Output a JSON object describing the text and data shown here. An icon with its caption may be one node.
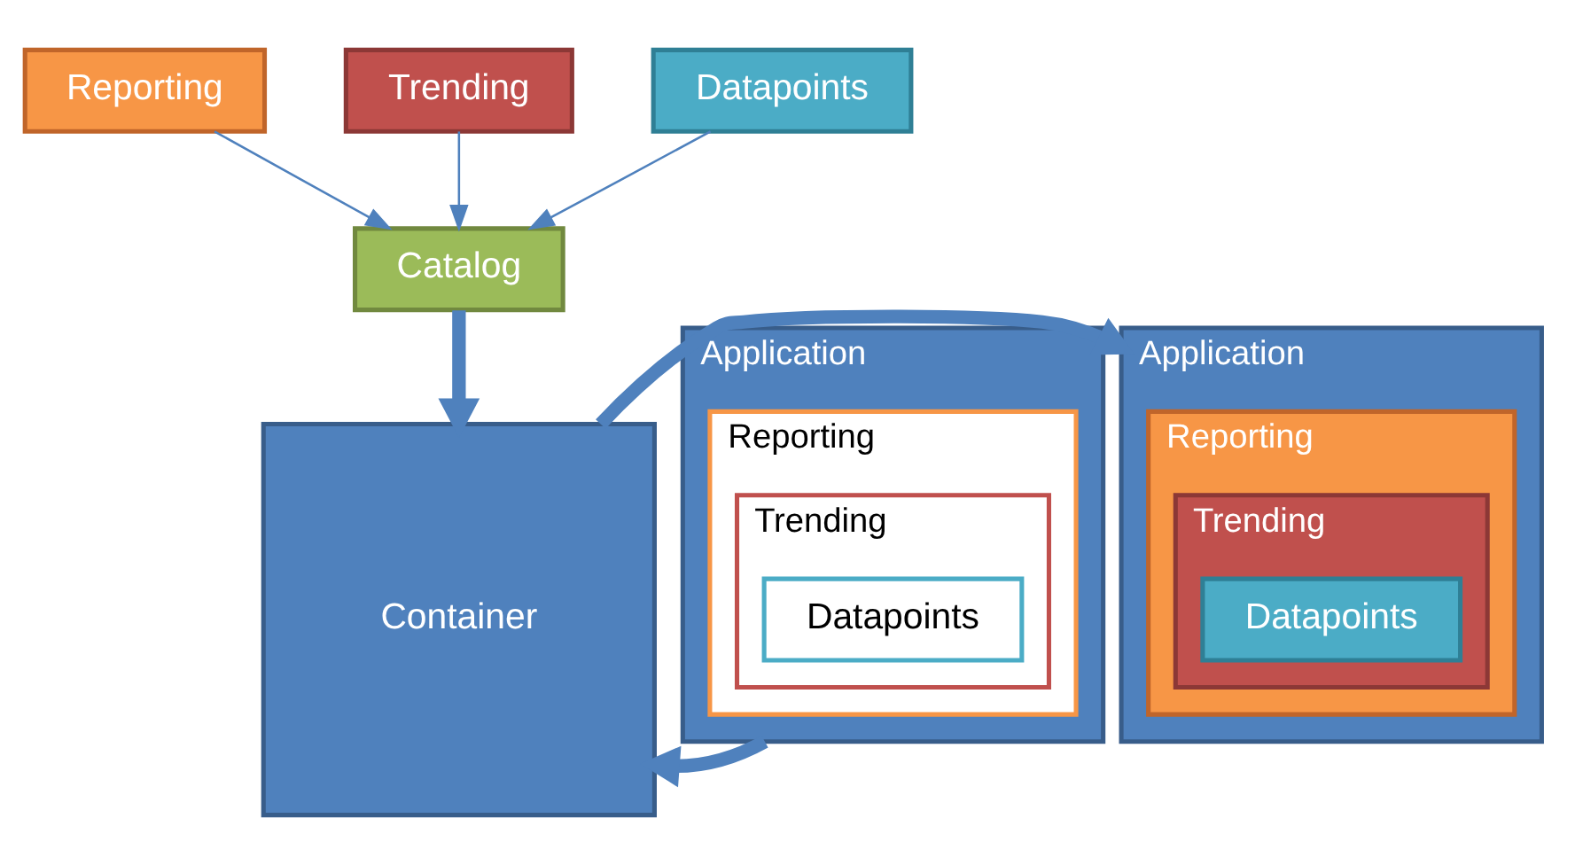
{
  "diagram": {
    "nodes": [
      {
        "text": [
          "Reporting"
        ]
      },
      {
        "text": [
          "Trending"
        ]
      },
      {
        "text": [
          "Datapoints"
        ]
      },
      {
        "text": [
          "Catalog"
        ]
      },
      {
        "text": [
          "Application"
        ]
      },
      {
        "text": [
          "Reporting"
        ],
        "in": 4
      },
      {
        "text": [
          "Trending"
        ],
        "in": 5
      },
      {
        "text": [
          "Datapoints"
        ],
        "in": 6
      },
      {
        "text": [
          "Container"
        ]
      },
      {
        "text": [
          "Application"
        ]
      },
      {
        "text": [
          "Reporting"
        ],
        "in": 9
      },
      {
        "text": [
          "Trending"
        ],
        "in": 10
      },
      {
        "text": [
          "Datapoints"
        ],
        "in": 11
      }
    ],
    "edges": [
      {
        "from": 0,
        "to": 3,
        "arrow": "to"
      },
      {
        "from": 1,
        "to": 3,
        "arrow": "to"
      },
      {
        "from": 2,
        "to": 3,
        "arrow": "to"
      },
      {
        "from": 3,
        "to": 8,
        "arrow": "to",
        "style": "thick"
      },
      {
        "from": 4,
        "to": 8,
        "arrow": "to",
        "style": "thick"
      },
      {
        "from": 8,
        "to": 9,
        "arrow": "to",
        "style": "thick"
      }
    ]
  }
}
